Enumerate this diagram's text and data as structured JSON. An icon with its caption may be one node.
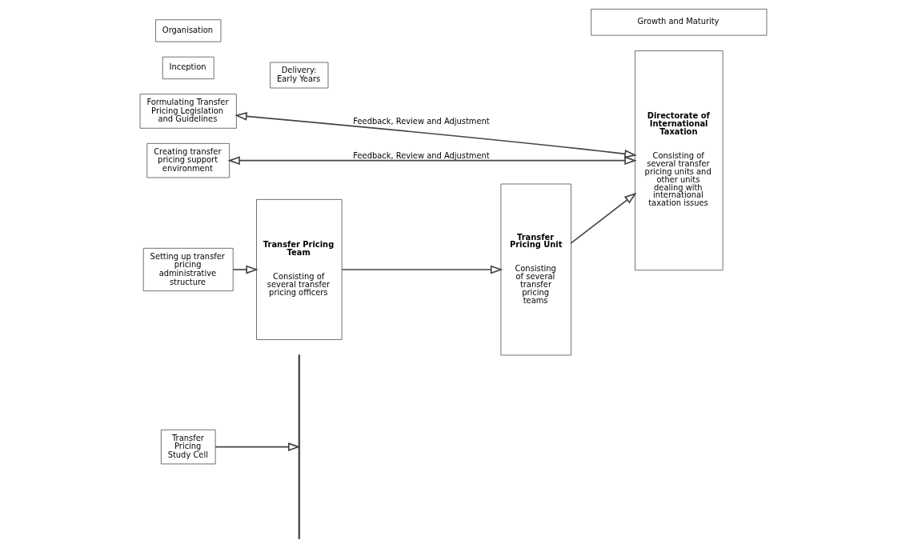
{
  "diagram": {
    "nodes": [
      {
        "text": [
          "Transfer Pricing Study Cell"
        ]
      },
      {
        "text": [],
        "shape": "bar"
      },
      {
        "text": [
          "Formulating Transfer Pricing Legislation and Guidelines"
        ]
      },
      {
        "text": [
          "Setting up transfer pricing administrative structure"
        ]
      },
      {
        "text": [
          "Creating transfer pricing support environment"
        ]
      },
      {
        "text": [
          "Transfer Pricing Team",
          "Consisting of several transfer pricing officers"
        ]
      },
      {
        "text": [
          "Transfer Pricing Unit",
          "Consisting of several transfer pricing teams"
        ]
      },
      {
        "text": [
          "Directorate of International Taxation",
          "Consisting of several transfer pricing units and other units dealing with international taxation issues"
        ]
      },
      {
        "text": [
          "Inception"
        ]
      },
      {
        "text": [
          "Organisation"
        ]
      },
      {
        "text": [
          "Delivery: Early Years"
        ]
      },
      {
        "text": [
          "Growth and Maturity"
        ]
      }
    ],
    "edges": [
      {
        "from": 0,
        "to": 1,
        "arrow": "to"
      },
      {
        "from": 3,
        "to": 5,
        "arrow": "to"
      },
      {
        "from": 5,
        "to": 6,
        "arrow": "to"
      },
      {
        "from": 6,
        "to": 7,
        "arrow": "to"
      },
      {
        "from": 2,
        "to": 7,
        "arrow": "both",
        "label": "Feedback, Review and Adjustment"
      },
      {
        "from": 4,
        "to": 7,
        "arrow": "both",
        "label": "Feedback, Review and Adjustment"
      }
    ]
  }
}
